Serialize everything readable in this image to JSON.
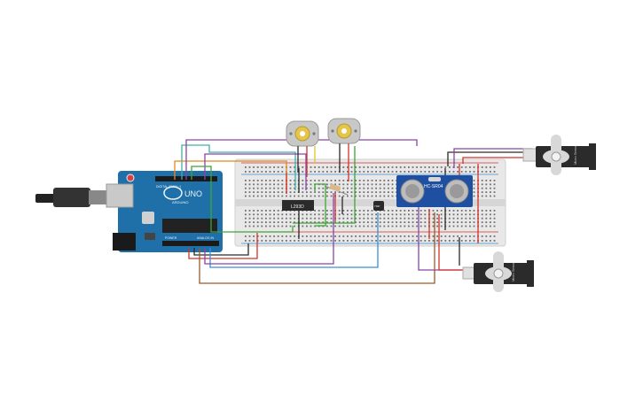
{
  "arduino": {
    "brand_label": "UNO",
    "maker_label": "ARDUINO",
    "power_header": "POWER",
    "analog_header": "ANALOG IN",
    "digital_header": "DIGITAL (PWM ~)"
  },
  "ic_chip": {
    "label": "L293D"
  },
  "ultrasonic": {
    "label": "HC-SR04"
  },
  "servo_right": {
    "label": "Micro Servo"
  },
  "servo_bottom": {
    "label": "Micro Servo"
  },
  "sensor_small": {
    "label": "TMP"
  },
  "colors": {
    "board_blue": "#1f6fa8",
    "breadboard": "#e8e8e8",
    "wire_red": "#d4322c",
    "wire_black": "#2a2a2a",
    "wire_green": "#3fa535",
    "wire_orange": "#e08a1e",
    "wire_purple": "#8a44a8",
    "wire_blue": "#3b8fd1",
    "wire_brown": "#9a5a2a",
    "wire_yellow": "#e6c229",
    "wire_teal": "#3fb0a6"
  }
}
